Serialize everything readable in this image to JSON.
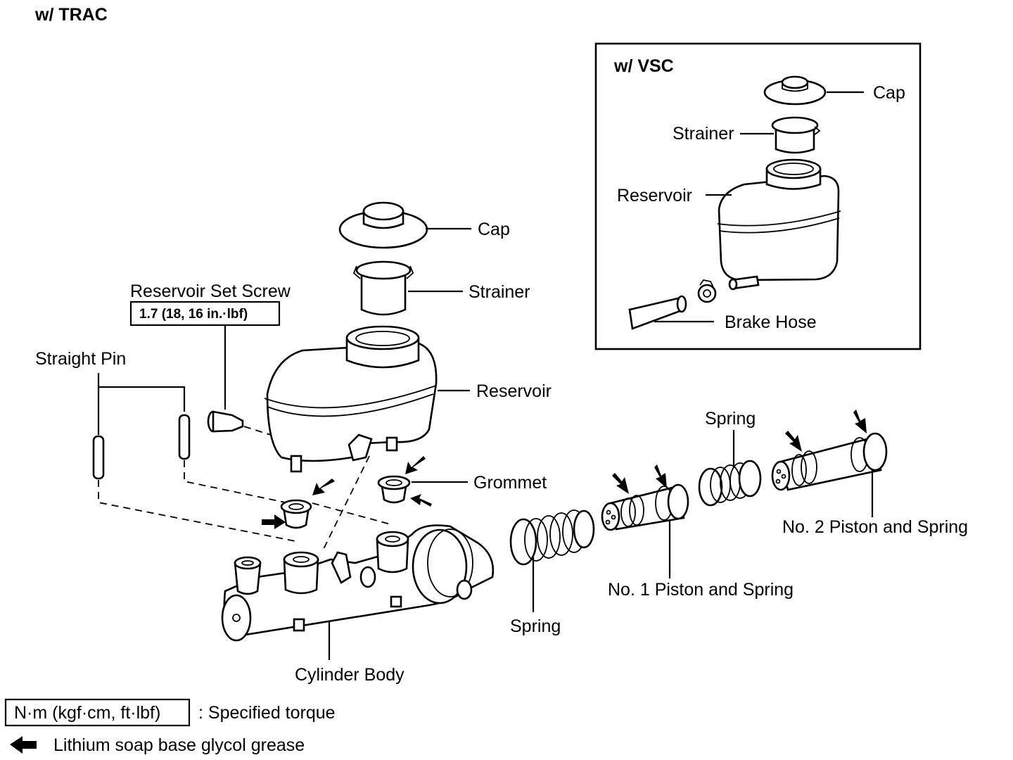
{
  "headings": {
    "main": "w/ TRAC",
    "inset": "w/ VSC"
  },
  "main_labels": {
    "cap": "Cap",
    "strainer": "Strainer",
    "reservoir_set_screw": "Reservoir Set Screw",
    "torque_value": "1.7 (18, 16 in.·lbf)",
    "reservoir": "Reservoir",
    "straight_pin": "Straight Pin",
    "grommet": "Grommet",
    "cylinder_body": "Cylinder Body",
    "spring_left": "Spring",
    "spring_top": "Spring",
    "no1_piston": "No. 1 Piston and Spring",
    "no2_piston": "No. 2 Piston and Spring"
  },
  "inset_labels": {
    "cap": "Cap",
    "strainer": "Strainer",
    "reservoir": "Reservoir",
    "brake_hose": "Brake Hose"
  },
  "legend": {
    "torque_units": "N·m (kgf·cm, ft·lbf)",
    "torque_desc": ": Specified torque",
    "grease_desc": "Lithium soap base glycol grease"
  }
}
